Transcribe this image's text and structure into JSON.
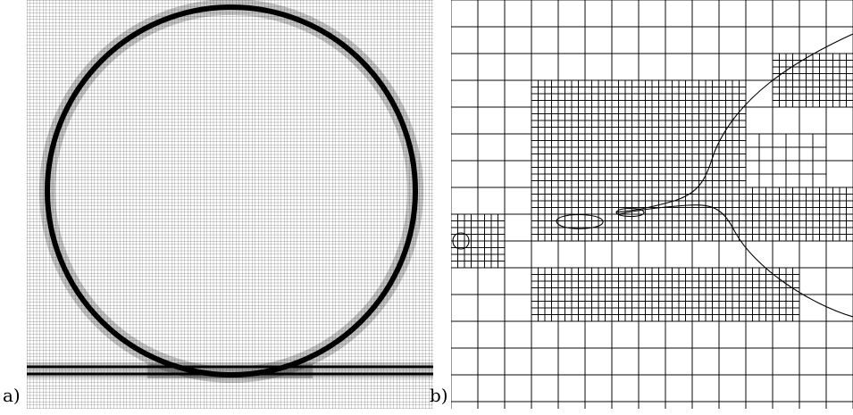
{
  "labels": {
    "a": "a)",
    "b": "b)"
  },
  "colors": {
    "mesh": "#000000",
    "background": "#ffffff"
  },
  "panels": [
    {
      "id": "a",
      "description_label": "a)"
    },
    {
      "id": "b",
      "description_label": "b)"
    }
  ]
}
